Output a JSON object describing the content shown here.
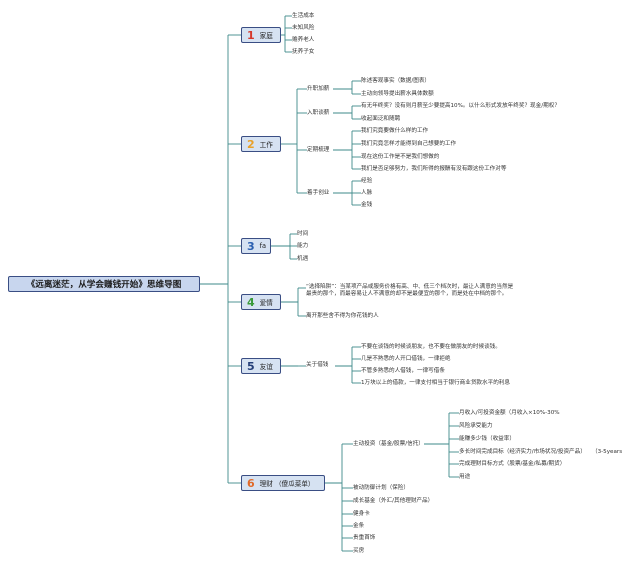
{
  "title": "《远离迷茫，从学会赚钱开始》思维导图",
  "colors": {
    "line": "#3e8a8a",
    "num1": "#d63a2e",
    "num2": "#e8a12a",
    "num3": "#2a5fb0",
    "num4": "#3a9a3a",
    "num5": "#243e78",
    "num6": "#e06a2a"
  },
  "branches": [
    {
      "num": "1",
      "label": "家庭",
      "items": [
        "生活成本",
        "未知风险",
        "赡养老人",
        "抚养子女"
      ]
    },
    {
      "num": "2",
      "label": "工作",
      "groups": [
        {
          "label": "升职加薪",
          "items": [
            "陈述客观事实（数据/图表）",
            "主动向领导提出薪水具体数额"
          ]
        },
        {
          "label": "入职谈薪",
          "items": [
            "有无年终奖？没有则月薪至少要提高10%。以什么形式发放年终奖？现金/期权？",
            "收起面泛和随聘"
          ]
        },
        {
          "label": "定期梳理",
          "items": [
            "我们究竟要做什么样的工作",
            "我们究竟怎样才能得到自己想要的工作",
            "现在这份工作是不是我们想做的",
            "我们是否足够努力，我们所得的报酬有没有跟这份工作对等"
          ]
        },
        {
          "label": "着手创业",
          "items": [
            "经验",
            "人脉",
            "金钱"
          ]
        }
      ]
    },
    {
      "num": "3",
      "label": "fa",
      "items": [
        "时间",
        "能力",
        "机遇"
      ]
    },
    {
      "num": "4",
      "label": "爱情",
      "items": [
        "“选择陷阱”：当某项产品或服务价格有高、中、低三个档次时，最让人满意的当然是最贵的那个，而最容易让人不满意的却不是最便宜的那个，而是处在中档的那个。",
        "离开那些舍不得为你花钱的人"
      ]
    },
    {
      "num": "5",
      "label": "友谊",
      "group": "关于借钱",
      "items": [
        "不要在谈钱的时候谈朋友，也不要在做朋友的时候谈钱。",
        "几是不熟悉的人开口借钱，一律拒绝",
        "不管多熟悉的人借钱，一律写借条",
        "1万块以上的借款，一律支付相当于银行商业贷款水平的利息"
      ]
    },
    {
      "num": "6",
      "label": "理财 （傻瓜菜单）",
      "invest": {
        "label": "主动投资（基金/股票/信托）",
        "items": [
          "月收入/可投资金额（月收入×10%-30%",
          "风险承受能力",
          "能赚多少钱（收益率）",
          "多长时间完成目标（经济实力/市场状况/投资产品）",
          "（3-5years",
          "完成理财目标方式（股票/基金/私募/期货）",
          "用途"
        ]
      },
      "items": [
        "被动防御计划（保险）",
        "成长基金（外汇/其他理财产品）",
        "健身卡",
        "金条",
        "贵重首饰",
        "买房"
      ]
    }
  ]
}
